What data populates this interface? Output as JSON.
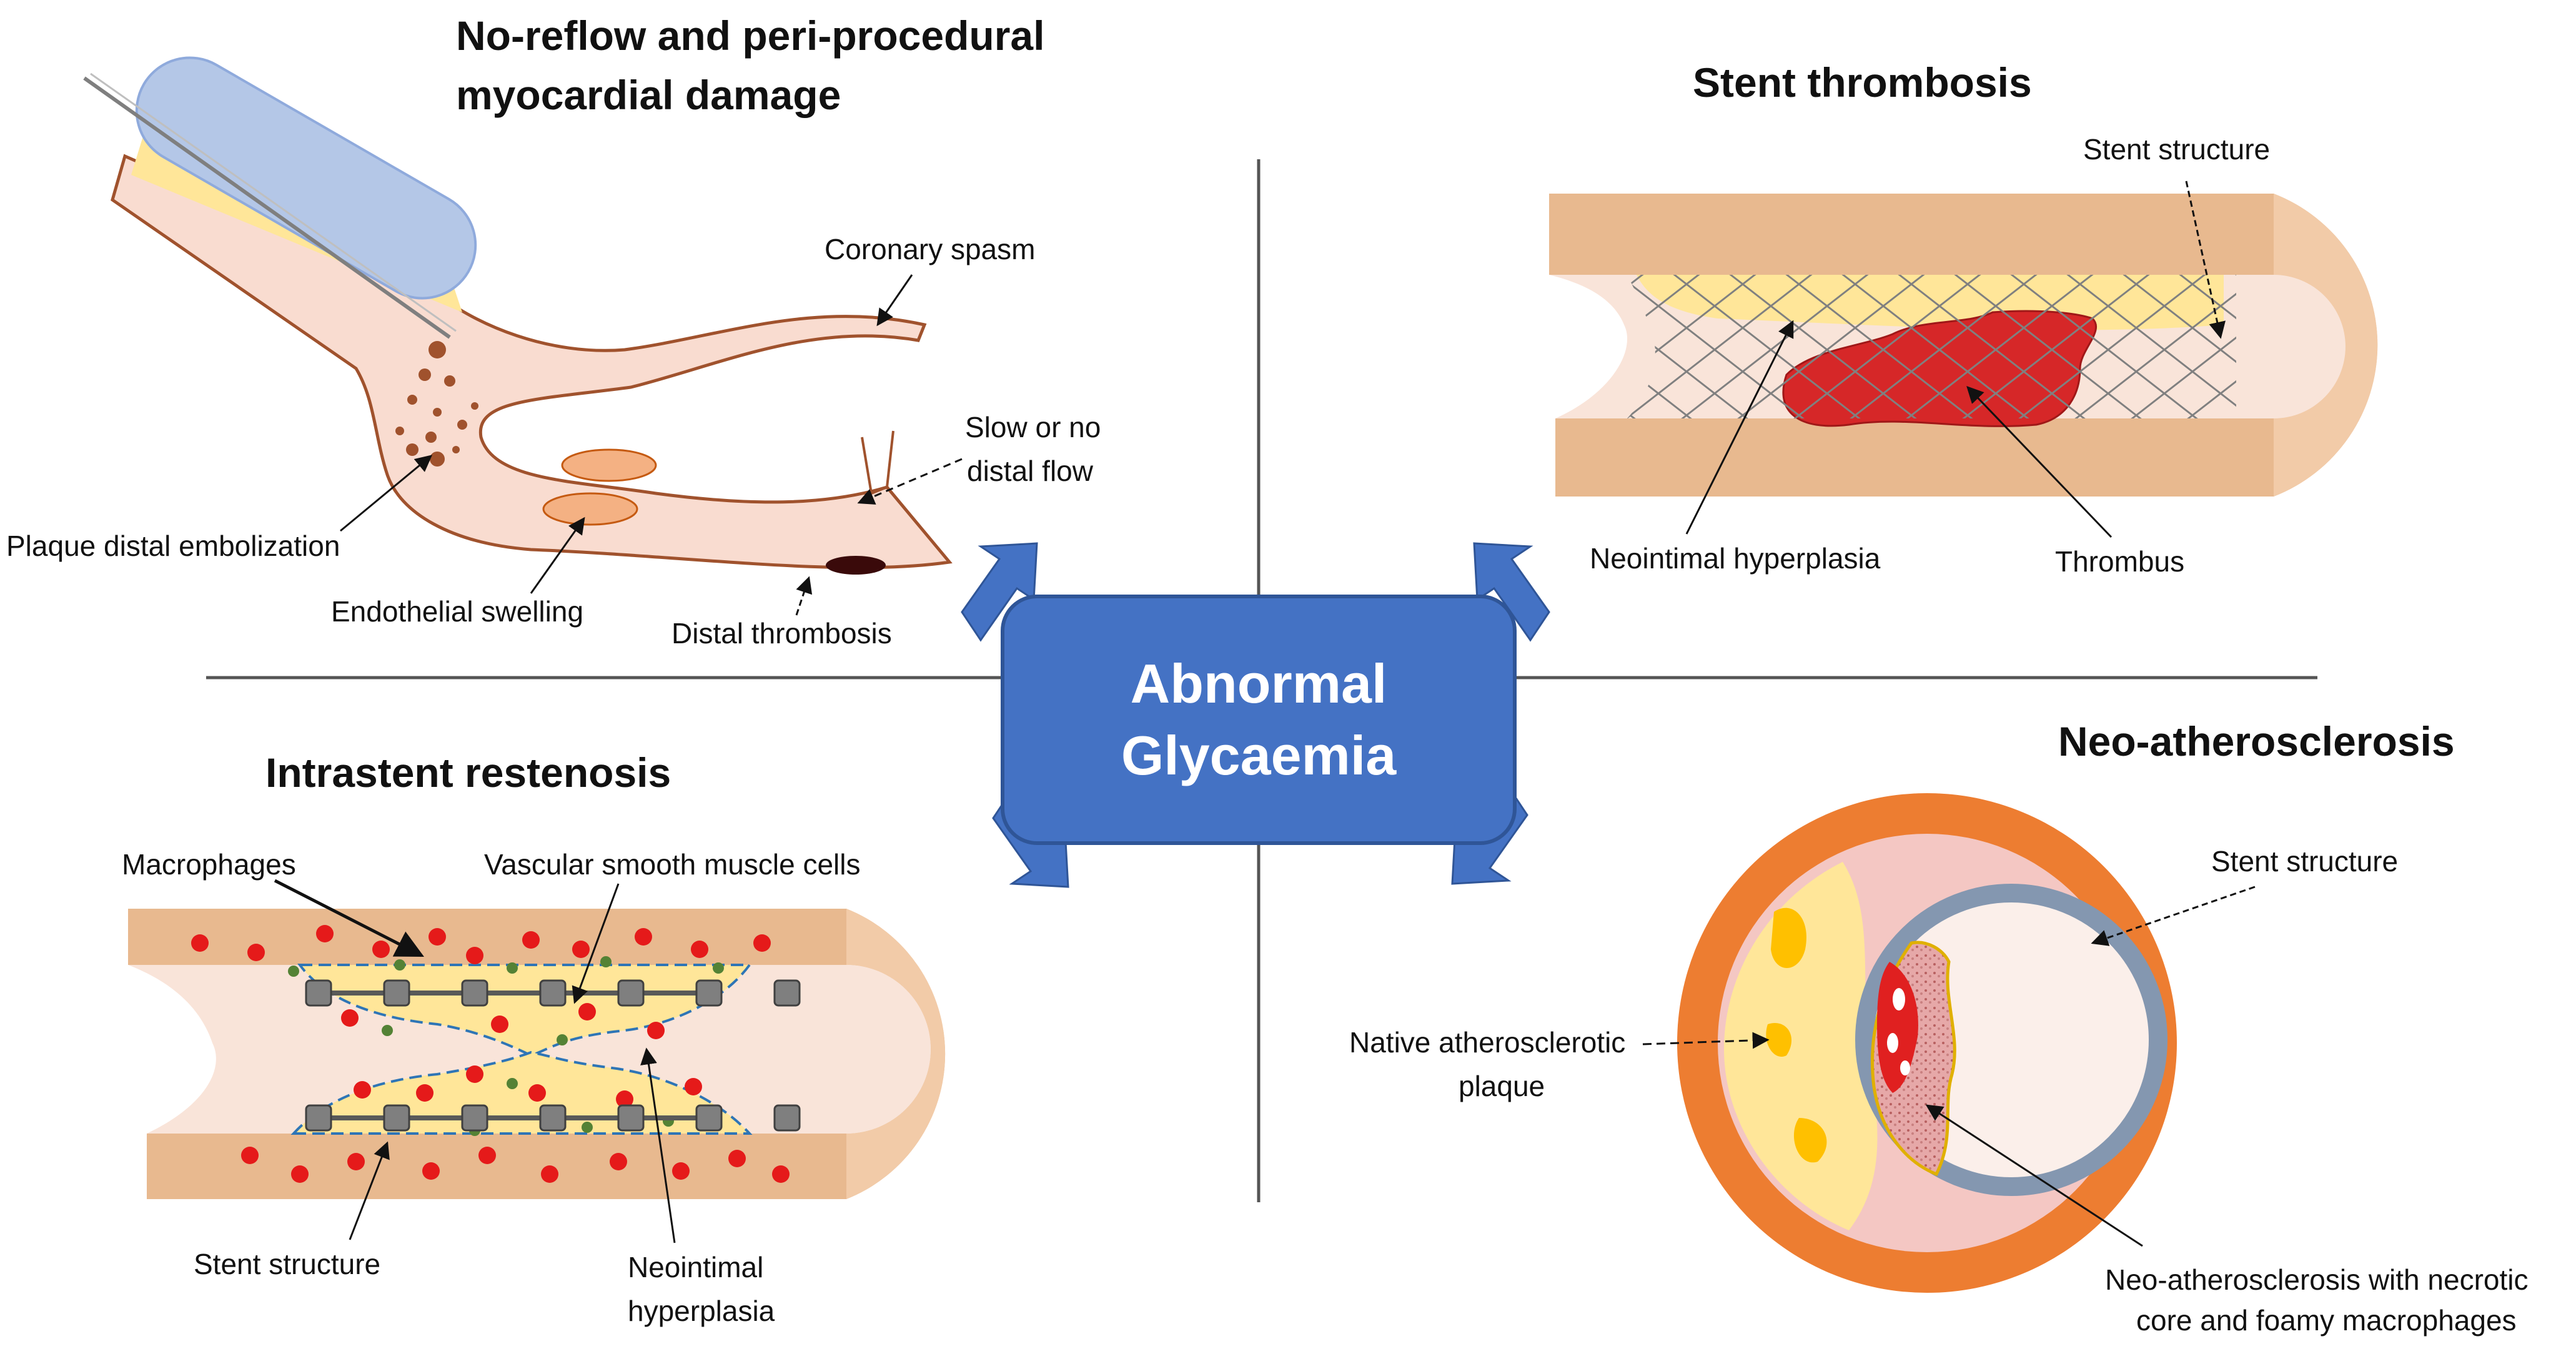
{
  "center": {
    "line1": "Abnormal",
    "line2": "Glycaemia"
  },
  "colors": {
    "accent_blue": "#4472C4",
    "vessel_wall": "#E8B98F",
    "vessel_lumen": "#F9DCD0",
    "plaque_yellow": "#FFE699",
    "thrombus_red": "#D62728",
    "outer_orange": "#ED7D31",
    "stent_grey": "#8497B0"
  },
  "noreflow": {
    "title_line1": "No-reflow and peri-procedural",
    "title_line2": "myocardial damage",
    "labels": {
      "coronary_spasm": "Coronary spasm",
      "slow_flow_line1": "Slow or no",
      "slow_flow_line2": "distal flow",
      "plaque_embolization": "Plaque distal embolization",
      "endothelial_swelling": "Endothelial swelling",
      "distal_thrombosis": "Distal thrombosis"
    }
  },
  "thrombosis": {
    "title": "Stent thrombosis",
    "labels": {
      "stent_structure": "Stent structure",
      "neointimal_hyperplasia": "Neointimal hyperplasia",
      "thrombus": "Thrombus"
    }
  },
  "restenosis": {
    "title": "Intrastent restenosis",
    "labels": {
      "macrophages": "Macrophages",
      "vsmc": "Vascular smooth muscle cells",
      "stent_structure": "Stent structure",
      "neointimal_line1": "Neointimal",
      "neointimal_line2": "hyperplasia"
    }
  },
  "neoath": {
    "title": "Neo-atherosclerosis",
    "labels": {
      "stent_structure": "Stent structure",
      "native_line1": "Native atherosclerotic",
      "native_line2": "plaque",
      "neo_line1": "Neo-atherosclerosis with necrotic",
      "neo_line2": "core and foamy macrophages"
    }
  }
}
